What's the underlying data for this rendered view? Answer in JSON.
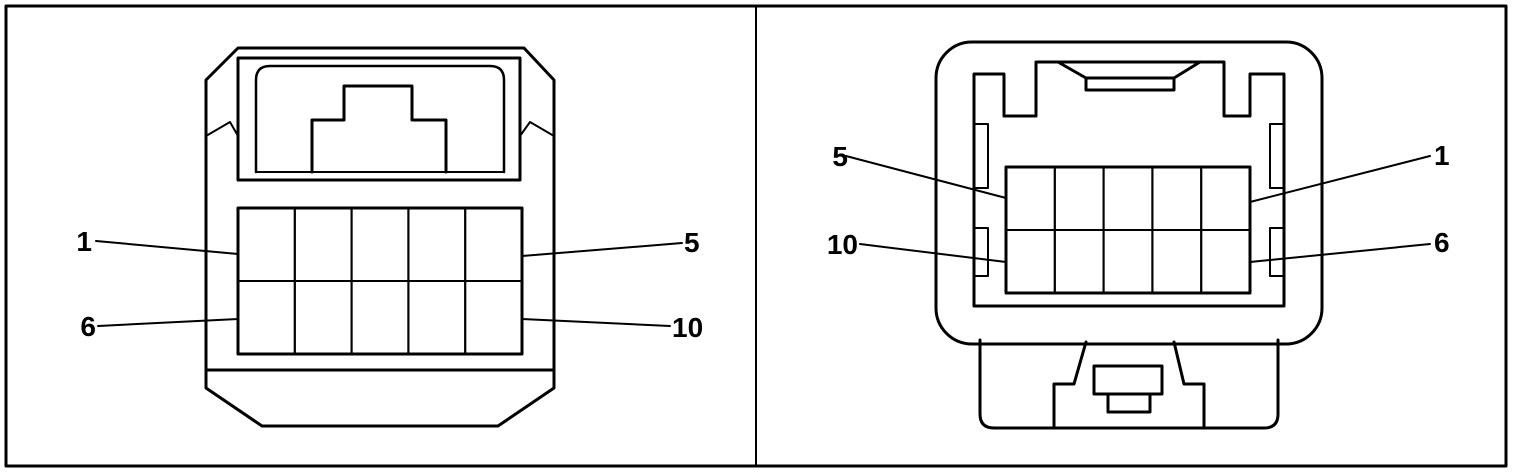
{
  "panels": [
    {
      "name": "left-connector-view",
      "pin_labels": {
        "top_left": "1",
        "top_right": "5",
        "bottom_left": "6",
        "bottom_right": "10"
      },
      "grid": {
        "rows": 2,
        "cols": 5
      }
    },
    {
      "name": "right-connector-view",
      "pin_labels": {
        "top_left": "5",
        "top_right": "1",
        "bottom_left": "10",
        "bottom_right": "6"
      },
      "grid": {
        "rows": 2,
        "cols": 5
      }
    }
  ],
  "colors": {
    "line": "#000000",
    "background": "#ffffff"
  }
}
